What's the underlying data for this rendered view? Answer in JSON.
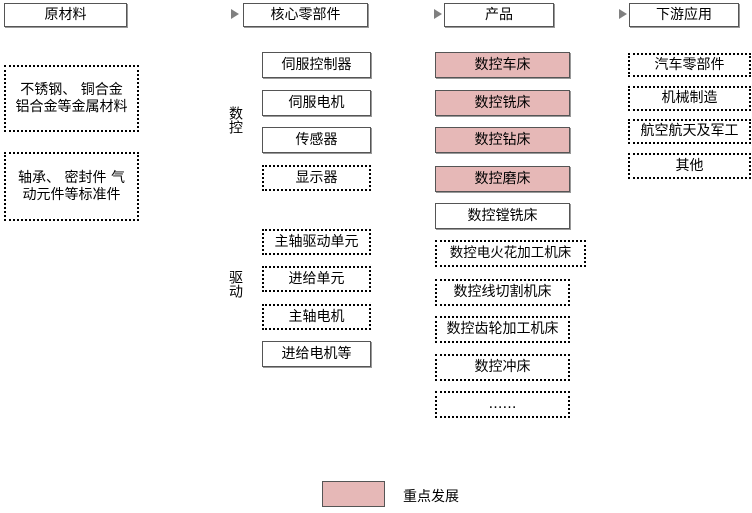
{
  "headers": {
    "raw": "原材料",
    "core": "核心零部件",
    "product": "产品",
    "downstream": "下游应用"
  },
  "raw_materials": {
    "metals_line1": "不锈钢、  铜合金",
    "metals_line2": "铝合金等金属材料",
    "parts_line1": "轴承、  密封件  气",
    "parts_line2": "动元件等标准件"
  },
  "core_groups": {
    "cnc_label": "数控",
    "drive_label": "驱动"
  },
  "core_items": [
    "伺服控制器",
    "伺服电机",
    "传感器",
    "显示器",
    "主轴驱动单元",
    "进给单元",
    "主轴电机",
    "进给电机等"
  ],
  "products": [
    "数控车床",
    "数控铣床",
    "数控钻床",
    "数控磨床",
    "数控镗铣床",
    "数控电火花加工机床",
    "数控线切割机床",
    "数控齿轮加工机床",
    "数控冲床",
    "……"
  ],
  "downstream": [
    "汽车零部件",
    "机械制造",
    "航空航天及军工",
    "其他"
  ],
  "legend": {
    "label": "重点发展",
    "color": "#e6b8b7"
  }
}
